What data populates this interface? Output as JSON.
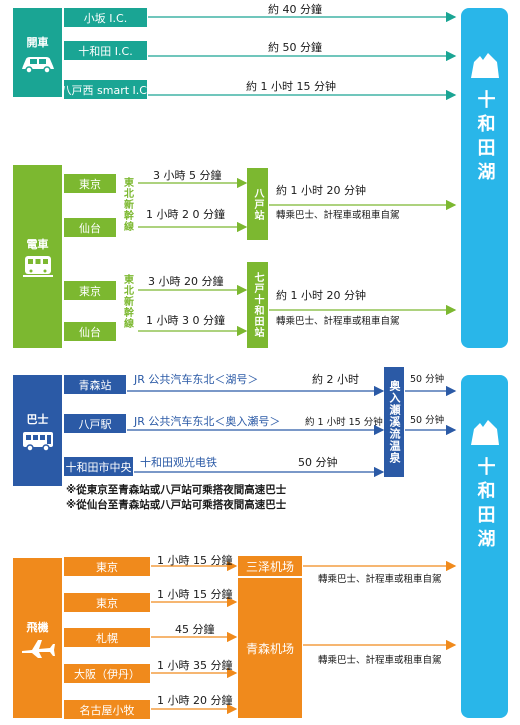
{
  "destination": {
    "name": "十和田湖"
  },
  "car": {
    "mode_label": "開車",
    "routes": [
      {
        "from": "小坂 I.C.",
        "time": "約 40 分鐘"
      },
      {
        "from": "十和田 I.C.",
        "time": "約 50 分鐘"
      },
      {
        "from": "八戸西 smart I.C.",
        "time": "約 1 小时 15 分钟"
      }
    ]
  },
  "train": {
    "mode_label": "電車",
    "groups": [
      {
        "line": "東北新幹線",
        "station": "八戸站",
        "origins": [
          {
            "from": "東京",
            "time": "3 小時 5 分鐘"
          },
          {
            "from": "仙台",
            "time": "1 小時 2 0 分鐘"
          }
        ],
        "onward_time": "約 1 小时 20 分钟",
        "onward_mode": "轉乘巴士、計程車或租車自駕"
      },
      {
        "line": "東北新幹線",
        "station": "七戸十和田站",
        "origins": [
          {
            "from": "東京",
            "time": "3 小時 20 分鐘"
          },
          {
            "from": "仙台",
            "time": "1 小時 3 0 分鐘"
          }
        ],
        "onward_time": "約 1 小时 20 分钟",
        "onward_mode": "轉乘巴士、計程車或租車自駕"
      }
    ]
  },
  "bus": {
    "mode_label": "巴士",
    "routes": [
      {
        "from": "青森站",
        "service": "JR 公共汽车东北＜湖号＞",
        "time": "約 2 小时"
      },
      {
        "from": "八戸駅",
        "service": "JR 公共汽车东北＜奥入瀬号＞",
        "time": "約 1 小时 15 分钟"
      },
      {
        "from": "十和田市中央",
        "service": "十和田观光电铁",
        "time": "50 分钟"
      }
    ],
    "transfer_point": "奥入瀬溪流温泉",
    "transfer_times": [
      "50 分钟",
      "50 分钟"
    ],
    "notes": [
      "※從東京至青森站或八戸站可乘搭夜間高速巴士",
      "※從仙台至青森站或八戸站可乘搭夜間高速巴士"
    ]
  },
  "plane": {
    "mode_label": "飛機",
    "routes": [
      {
        "from": "東京",
        "time": "1 小時 15 分鐘"
      },
      {
        "from": "東京",
        "time": "1 小時 15 分鐘"
      },
      {
        "from": "札幌",
        "time": "45 分鐘"
      },
      {
        "from": "大阪（伊丹）",
        "time": "1 小時 35 分鐘"
      },
      {
        "from": "名古屋小牧",
        "time": "1 小時 20 分鐘"
      }
    ],
    "airports": [
      "三泽机场",
      "青森机场"
    ],
    "onward_modes": [
      "轉乘巴士、計程車或租車自駕",
      "轉乘巴士、計程車或租車自駕"
    ]
  },
  "colors": {
    "car": "#1aa594",
    "train": "#7cb830",
    "bus": "#2b5aa6",
    "plane": "#f08a1c",
    "destination": "#29b6e9"
  },
  "icons": [
    "car-icon",
    "train-icon",
    "bus-icon",
    "plane-icon",
    "mountain-icon"
  ]
}
